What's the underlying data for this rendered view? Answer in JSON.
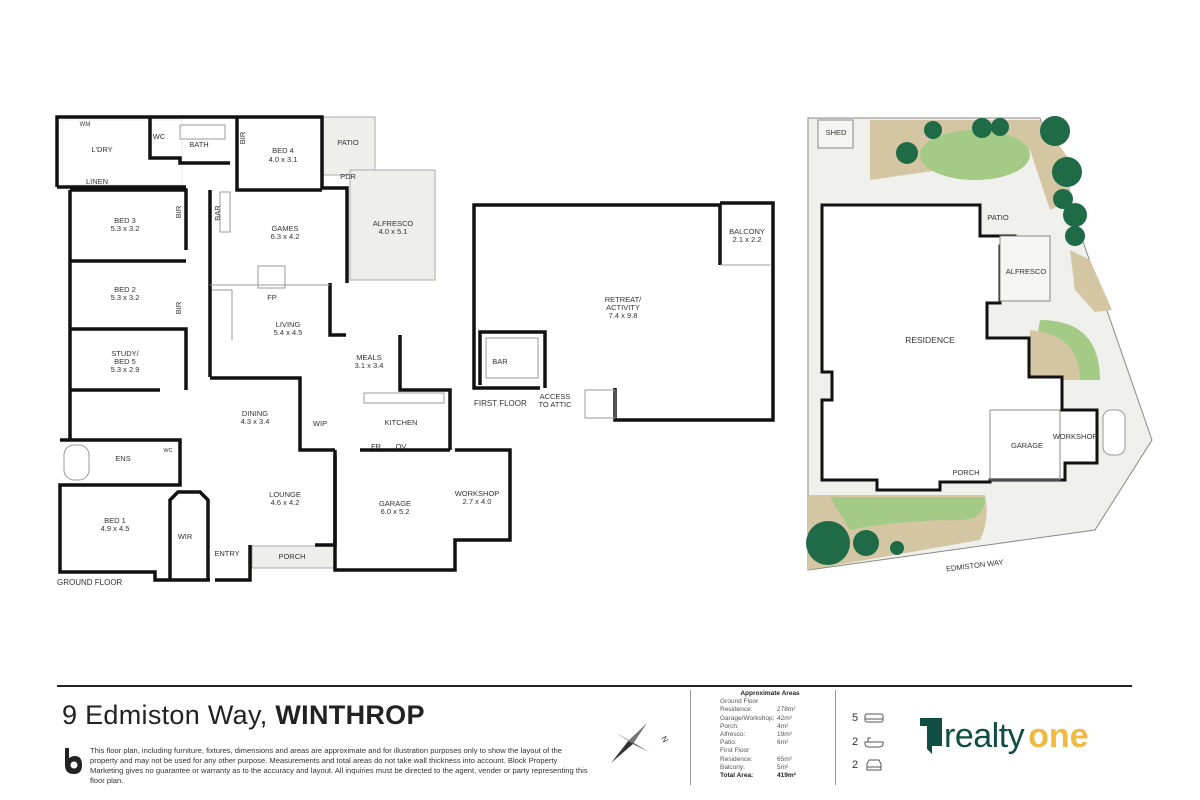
{
  "ground_floor": {
    "label": "GROUND FLOOR",
    "rooms": {
      "ldry": {
        "name": "L'DRY"
      },
      "wm": {
        "name": "WM"
      },
      "linen": {
        "name": "LINEN"
      },
      "wc": {
        "name": "WC"
      },
      "bath": {
        "name": "BATH"
      },
      "bir1": {
        "name": "BIR"
      },
      "bed4": {
        "name": "BED 4",
        "dims": "4.0 x 3.1"
      },
      "patio": {
        "name": "PATIO"
      },
      "pdr": {
        "name": "PDR"
      },
      "bed3": {
        "name": "BED 3",
        "dims": "5.3 x 3.2"
      },
      "bir2": {
        "name": "BIR"
      },
      "bar": {
        "name": "BAR"
      },
      "games": {
        "name": "GAMES",
        "dims": "6.3 x 4.2"
      },
      "alfresco": {
        "name": "ALFRESCO",
        "dims": "4.0 x 5.1"
      },
      "bed2": {
        "name": "BED 2",
        "dims": "5.3 x 3.2"
      },
      "bir3": {
        "name": "BIR"
      },
      "fp": {
        "name": "FP"
      },
      "living": {
        "name": "LIVING",
        "dims": "5.4 x 4.5"
      },
      "meals": {
        "name": "MEALS",
        "dims": "3.1 x 3.4"
      },
      "study": {
        "name": "STUDY/",
        "name2": "BED 5",
        "dims": "5.3 x 2.9"
      },
      "dining": {
        "name": "DINING",
        "dims": "4.3 x 3.4"
      },
      "wip": {
        "name": "WIP"
      },
      "kitchen": {
        "name": "KITCHEN"
      },
      "fr": {
        "name": "FR"
      },
      "ov": {
        "name": "OV"
      },
      "ens": {
        "name": "ENS"
      },
      "wc2": {
        "name": "WC"
      },
      "lounge": {
        "name": "LOUNGE",
        "dims": "4.6 x 4.2"
      },
      "garage": {
        "name": "GARAGE",
        "dims": "6.0 x 5.2"
      },
      "workshop": {
        "name": "WORKSHOP",
        "dims": "2.7 x 4.0"
      },
      "bed1": {
        "name": "BED 1",
        "dims": "4.9 x 4.5"
      },
      "wir": {
        "name": "WIR"
      },
      "entry": {
        "name": "ENTRY"
      },
      "porch": {
        "name": "PORCH"
      }
    }
  },
  "first_floor": {
    "label": "FIRST FLOOR",
    "rooms": {
      "retreat": {
        "name": "RETREAT/",
        "name2": "ACTIVITY",
        "dims": "7.4 x 9.8"
      },
      "balcony": {
        "name": "BALCONY",
        "dims": "2.1 x 2.2"
      },
      "bar": {
        "name": "BAR"
      },
      "attic": {
        "name": "ACCESS",
        "name2": "TO ATTIC"
      }
    }
  },
  "site_plan": {
    "shed": "SHED",
    "patio": "PATIO",
    "alfresco": "ALFRESCO",
    "residence": "RESIDENCE",
    "garage": "GARAGE",
    "workshop": "WORKSHOP",
    "porch": "PORCH",
    "street": "EDMISTON WAY",
    "colors": {
      "lawn": "#a3cb85",
      "garden_bed": "#d4c6a2",
      "tree": "#1f6b48",
      "paving": "#efefeb"
    }
  },
  "footer": {
    "address_street": "9 Edmiston Way,",
    "address_suburb": "WINTHROP",
    "disclaimer": "This floor plan, including furniture, fixtures, dimensions and areas are approximate and for illustration purposes only to show the layout of the property and may not be used for any other purpose. Measurements and total areas do not take wall thickness into account. Block Property Marketing gives no guarantee or warranty as to the accuracy and layout. All inquiries must be directed to the agent, vender or party representing this floor plan.",
    "compass_label": "N",
    "areas": {
      "title": "Approximate Areas",
      "ground_floor": "Ground Floor",
      "ground_rows": [
        {
          "label": "Residence:",
          "value": "278m²"
        },
        {
          "label": "Garage/Workshop:",
          "value": "42m²"
        },
        {
          "label": "Porch:",
          "value": "4m²"
        },
        {
          "label": "Alfresco:",
          "value": "19m²"
        },
        {
          "label": "Patio:",
          "value": "6m²"
        }
      ],
      "first_floor": "First Floor",
      "first_rows": [
        {
          "label": "Residence:",
          "value": "65m²"
        },
        {
          "label": "Balcony:",
          "value": "5m²"
        }
      ],
      "total_label": "Total Area:",
      "total_value": "419m²"
    },
    "features": [
      {
        "icon": "bed-icon",
        "count": "5"
      },
      {
        "icon": "bath-icon",
        "count": "2"
      },
      {
        "icon": "car-icon",
        "count": "2"
      }
    ],
    "brand": {
      "part1": "realty",
      "part2": "one",
      "color1": "#0f4d45",
      "color2": "#f1b940"
    }
  }
}
